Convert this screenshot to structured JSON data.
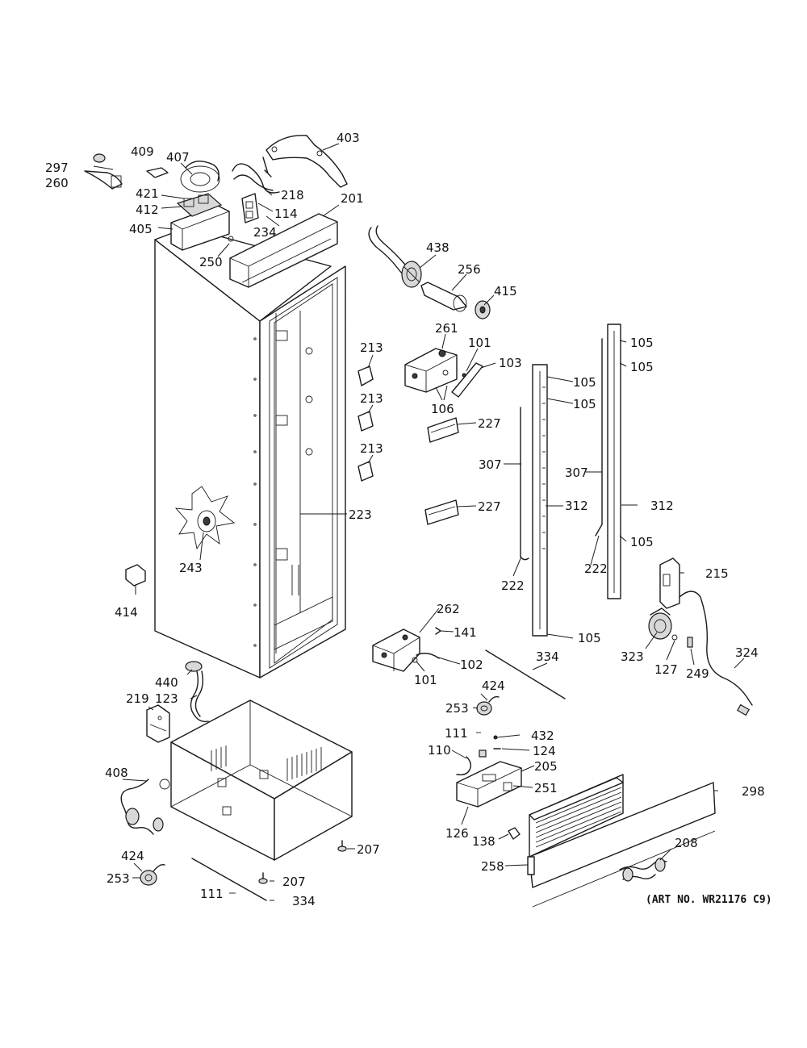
{
  "diagram": {
    "art_number": "(ART NO. WR21176 C9)",
    "callouts": {
      "c403": "403",
      "c409": "409",
      "c407": "407",
      "c297": "297",
      "c260": "260",
      "c421": "421",
      "c412": "412",
      "c405": "405",
      "c218": "218",
      "c114": "114",
      "c234": "234",
      "c201": "201",
      "c250": "250",
      "c438": "438",
      "c256": "256",
      "c415": "415",
      "c261": "261",
      "c101a": "101",
      "c103": "103",
      "c105a": "105",
      "c105b": "105",
      "c105c": "105",
      "c105d": "105",
      "c105e": "105",
      "c105f": "105",
      "c106": "106",
      "c227a": "227",
      "c227b": "227",
      "c213a": "213",
      "c213b": "213",
      "c213c": "213",
      "c307a": "307",
      "c307b": "307",
      "c312a": "312",
      "c312b": "312",
      "c223": "223",
      "c222a": "222",
      "c222b": "222",
      "c243": "243",
      "c414": "414",
      "c215": "215",
      "c262": "262",
      "c141": "141",
      "c102": "102",
      "c101b": "101",
      "c334a": "334",
      "c323": "323",
      "c127": "127",
      "c249": "249",
      "c324": "324",
      "c440": "440",
      "c123": "123",
      "c219": "219",
      "c424a": "424",
      "c253a": "253",
      "c111a": "111",
      "c432": "432",
      "c110": "110",
      "c124": "124",
      "c205": "205",
      "c251": "251",
      "c298": "298",
      "c408": "408",
      "c126": "126",
      "c138": "138",
      "c208": "208",
      "c258": "258",
      "c424b": "424",
      "c253b": "253",
      "c207a": "207",
      "c207b": "207",
      "c111b": "111",
      "c334b": "334"
    }
  }
}
